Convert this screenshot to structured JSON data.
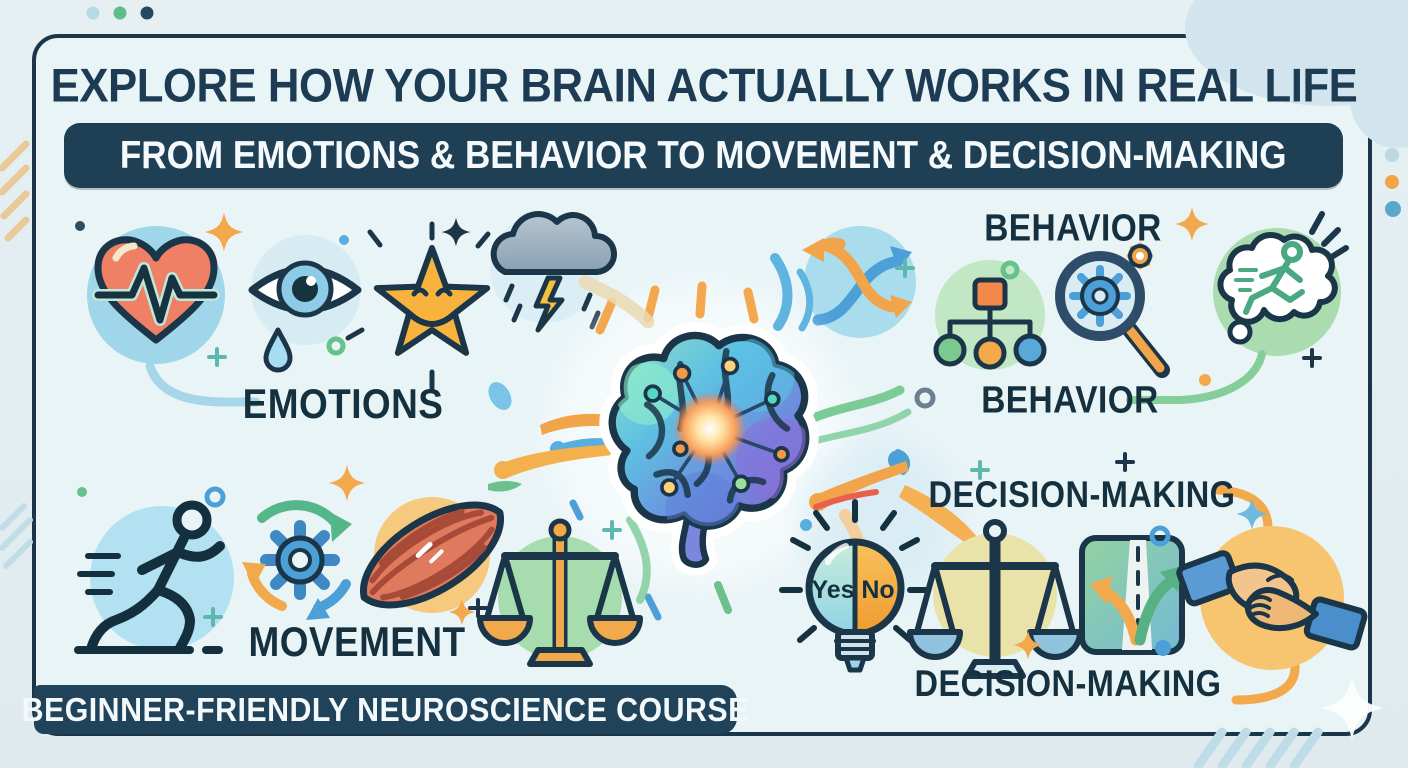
{
  "header": {
    "headline": "EXPLORE HOW YOUR BRAIN ACTUALLY WORKS IN REAL LIFE",
    "subheadline": "FROM EMOTIONS & BEHAVIOR TO MOVEMENT & DECISION-MAKING"
  },
  "center": {
    "icon": "glowing-brain-icon"
  },
  "clusters": {
    "emotions": {
      "label": "EMOTIONS",
      "icons": [
        "heartbeat-heart-icon",
        "teary-eye-icon",
        "happy-star-icon",
        "storm-cloud-lightning-icon"
      ]
    },
    "behavior": {
      "label_top": "BEHAVIOR",
      "label_bottom": "BEHAVIOR",
      "icons": [
        "crossing-arrows-icon",
        "flowchart-icon",
        "magnifier-gears-icon",
        "thought-cloud-runner-icon"
      ]
    },
    "movement": {
      "label": "MOVEMENT",
      "icons": [
        "running-figure-icon",
        "gear-cycle-arrows-icon",
        "muscle-icon",
        "balance-scale-icon"
      ]
    },
    "decision": {
      "label_top": "DECISION-MAKING",
      "label_bottom": "DECISION-MAKING",
      "bulb": {
        "yes": "Yes",
        "no": "No"
      },
      "icons": [
        "yes-no-lightbulb-icon",
        "balance-scale-icon",
        "forked-road-icon",
        "handshake-icon"
      ]
    }
  },
  "footer": {
    "banner": "BEGINNER-FRIENDLY NEUROSCIENCE COURSE"
  },
  "palette": {
    "navy_outline": "#1b3648",
    "text_navy": "#15313f",
    "banner_bg": "#20435a",
    "card_bg": "#e9f4f7",
    "page_bg": "#e2edf1",
    "accent_blue": "#4d9fd8",
    "accent_green": "#62bd8a",
    "accent_orange": "#f2a94c",
    "heart_red": "#ef8065",
    "circle_blue": "#a3d8ea",
    "circle_green": "#b9e2bd",
    "circle_orange": "#f6c87e",
    "circle_yellow": "#e9e3a9"
  }
}
